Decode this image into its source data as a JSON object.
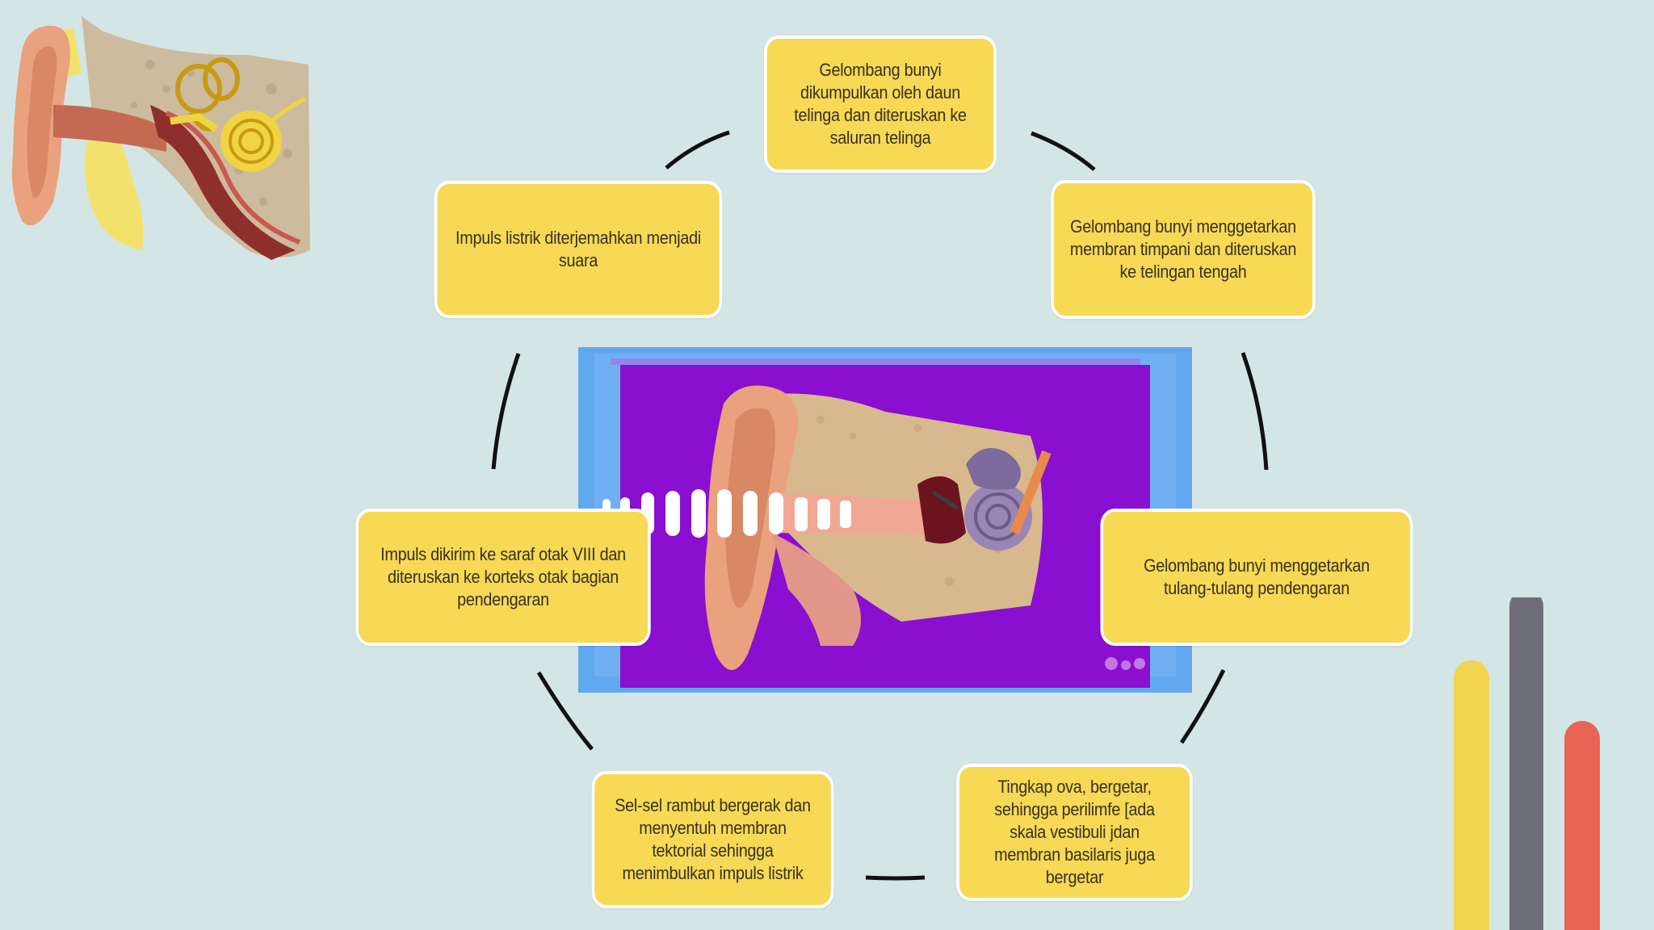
{
  "steps": [
    {
      "id": "step-1",
      "text": "Gelombang bunyi dikumpulkan oleh daun telinga dan diteruskan ke saluran telinga"
    },
    {
      "id": "step-2",
      "text": "Gelombang bunyi menggetarkan membran timpani  dan diteruskan ke telingan tengah"
    },
    {
      "id": "step-3",
      "text": "Gelombang bunyi menggetarkan tulang-tulang pendengaran"
    },
    {
      "id": "step-4",
      "text": "Tingkap ova, bergetar, sehingga perilimfe [ada skala vestibuli jdan membran basilaris juga bergetar"
    },
    {
      "id": "step-5",
      "text": "Sel-sel rambut bergerak dan menyentuh membran tektorial sehingga menimbulkan impuls listrik"
    },
    {
      "id": "step-6",
      "text": "Impuls dikirim ke saraf otak VIII dan diteruskan ke korteks otak bagian pendengaran"
    },
    {
      "id": "step-7",
      "text": "Impuls listrik diterjemahkan menjadi suara"
    }
  ],
  "colors": {
    "background": "#d3e6e5",
    "box_fill": "#f7d955",
    "box_border": "#ffffff",
    "connector": "#111111",
    "deco_yellow": "#f3d44e",
    "deco_gray": "#6e6e7a",
    "deco_red": "#e86352",
    "photo_purple": "#8a0fd0",
    "photo_frame": "#62a8f0"
  },
  "images": {
    "corner": "ear-anatomy-diagram",
    "center": "ear-cross-section-with-sound-waves"
  }
}
